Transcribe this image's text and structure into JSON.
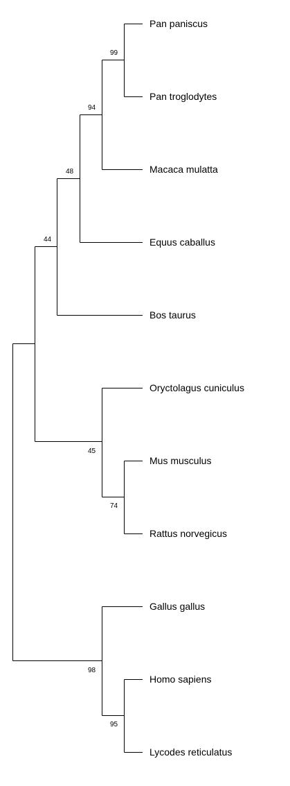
{
  "tree": {
    "leaves": [
      {
        "id": "pan_paniscus",
        "label": "Pan paniscus"
      },
      {
        "id": "pan_troglodytes",
        "label": "Pan troglodytes"
      },
      {
        "id": "macaca_mulatta",
        "label": "Macaca mulatta"
      },
      {
        "id": "equus_caballus",
        "label": "Equus caballus"
      },
      {
        "id": "bos_taurus",
        "label": "Bos taurus"
      },
      {
        "id": "oryctolagus_cuniculus",
        "label": "Oryctolagus cuniculus"
      },
      {
        "id": "mus_musculus",
        "label": "Mus musculus"
      },
      {
        "id": "rattus_norvegicus",
        "label": "Rattus norvegicus"
      },
      {
        "id": "gallus_gallus",
        "label": "Gallus gallus"
      },
      {
        "id": "homo_sapiens",
        "label": "Homo sapiens"
      },
      {
        "id": "lycodes_reticulatus",
        "label": "Lycodes reticulatus"
      }
    ],
    "support_values": [
      {
        "node": "pan_clade",
        "value": "99"
      },
      {
        "node": "primate_clade",
        "value": "94"
      },
      {
        "node": "primate_equus_clade",
        "value": "48"
      },
      {
        "node": "ungulate_primate_clade",
        "value": "44"
      },
      {
        "node": "glires_clade",
        "value": "45"
      },
      {
        "node": "murid_clade",
        "value": "74"
      },
      {
        "node": "gallus_homo_lycodes_clade",
        "value": "98"
      },
      {
        "node": "homo_lycodes_clade",
        "value": "95"
      }
    ]
  }
}
